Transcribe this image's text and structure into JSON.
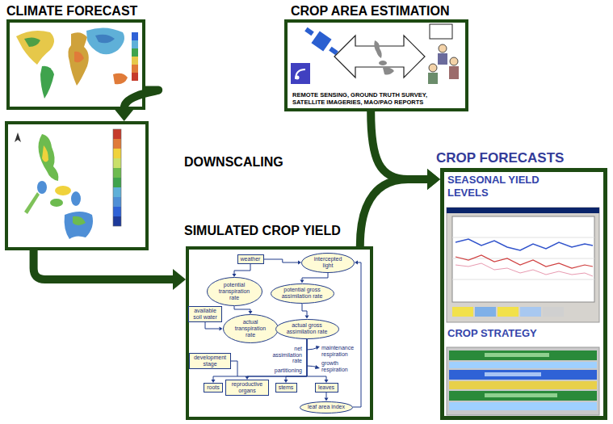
{
  "diagram": {
    "nodes": [
      {
        "text": [
          "CLIMATE FORECAST"
        ]
      },
      {
        "text": [
          "CROP AREA ESTIMATION",
          "REMOTE SENSING, GROUND TRUTH SURVEY, SATELLITE IMAGERIES, MAO/PAO REPORTS"
        ]
      },
      {
        "text": [
          "DOWNSCALING"
        ]
      },
      {
        "text": [
          "SIMULATED CROP YIELD"
        ]
      },
      {
        "text": [
          "weather"
        ],
        "in": 3
      },
      {
        "text": [
          "intercepted light"
        ],
        "in": 3
      },
      {
        "text": [
          "potential transpiration rate"
        ],
        "in": 3
      },
      {
        "text": [
          "potential gross assimilation rate"
        ],
        "in": 3
      },
      {
        "text": [
          "available soil water"
        ],
        "in": 3
      },
      {
        "text": [
          "actual transpiration rate"
        ],
        "in": 3
      },
      {
        "text": [
          "actual gross assimilation rate"
        ],
        "in": 3
      },
      {
        "text": [
          "development stage"
        ],
        "in": 3
      },
      {
        "text": [
          "roots"
        ],
        "in": 3
      },
      {
        "text": [
          "reproductive organs"
        ],
        "in": 3
      },
      {
        "text": [
          "stems"
        ],
        "in": 3
      },
      {
        "text": [
          "leaves"
        ],
        "in": 3
      },
      {
        "text": [
          "leaf area index"
        ],
        "in": 3
      },
      {
        "text": [
          "CROP FORECASTS",
          "SEASONAL YIELD LEVELS",
          "CROP STRATEGY"
        ]
      }
    ],
    "edges": [
      {
        "from": 0,
        "to": 2,
        "arrow": "to"
      },
      {
        "from": 2,
        "to": 3,
        "arrow": "to"
      },
      {
        "from": 1,
        "to": 17,
        "arrow": "to"
      },
      {
        "from": 3,
        "to": 17,
        "arrow": "to"
      },
      {
        "from": 4,
        "to": 5,
        "arrow": "to"
      },
      {
        "from": 4,
        "to": 6,
        "arrow": "to"
      },
      {
        "from": 5,
        "to": 7,
        "arrow": "to"
      },
      {
        "from": 6,
        "to": 9,
        "arrow": "to"
      },
      {
        "from": 8,
        "to": 9,
        "arrow": "to"
      },
      {
        "from": 7,
        "to": 10,
        "arrow": "to"
      },
      {
        "from": 9,
        "to": 10,
        "arrow": "to"
      },
      {
        "from": 10,
        "to": 12,
        "arrow": "to"
      },
      {
        "from": 10,
        "to": 13,
        "arrow": "to"
      },
      {
        "from": 10,
        "to": 14,
        "arrow": "to"
      },
      {
        "from": 10,
        "to": 15,
        "arrow": "to"
      },
      {
        "from": 15,
        "to": 16,
        "arrow": "to"
      },
      {
        "from": 16,
        "to": 5,
        "arrow": "to"
      }
    ],
    "labels": [
      "net assimilation rate",
      "maintenance respiration",
      "growth respiration",
      "partitioning"
    ]
  }
}
